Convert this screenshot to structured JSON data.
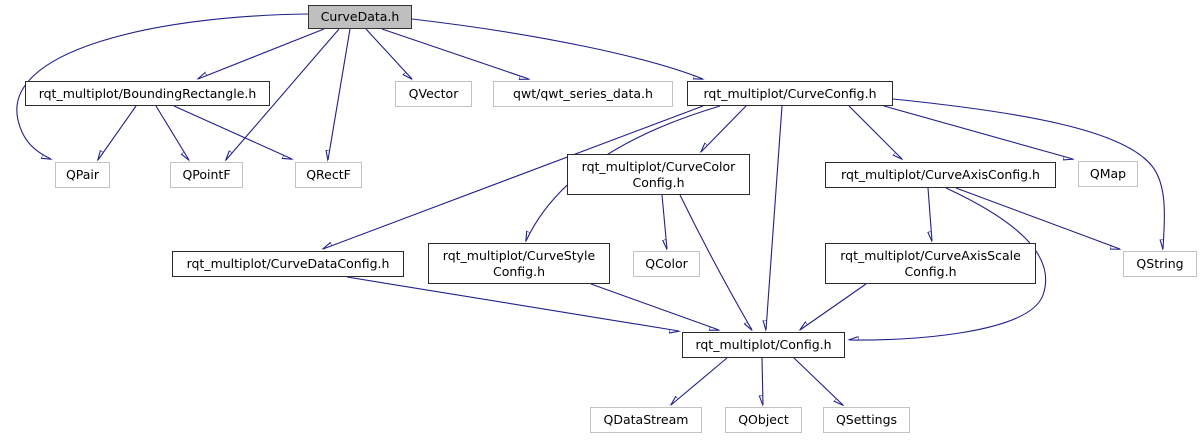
{
  "diagram": {
    "type": "include-dependency-graph",
    "root": "CurveData.h",
    "colors": {
      "edge": "#20208c",
      "node_fill": "#ffffff",
      "root_fill": "#bfbfbf",
      "internal_border": "#2b2b2b",
      "external_border": "#c2c2c2"
    },
    "nodes": {
      "curve_data": {
        "label": "CurveData.h",
        "kind": "root"
      },
      "bounding_rectangle": {
        "label": "rqt_multiplot/BoundingRectangle.h",
        "kind": "internal"
      },
      "qvector": {
        "label": "QVector",
        "kind": "external"
      },
      "qwt_series_data": {
        "label": "qwt/qwt_series_data.h",
        "kind": "external"
      },
      "curve_config": {
        "label": "rqt_multiplot/CurveConfig.h",
        "kind": "internal"
      },
      "qpair": {
        "label": "QPair",
        "kind": "external"
      },
      "qpointf": {
        "label": "QPointF",
        "kind": "external"
      },
      "qrectf": {
        "label": "QRectF",
        "kind": "external"
      },
      "curve_color_config": {
        "line1": "rqt_multiplot/CurveColor",
        "line2": "Config.h",
        "kind": "internal"
      },
      "curve_axis_config": {
        "label": "rqt_multiplot/CurveAxisConfig.h",
        "kind": "internal"
      },
      "qmap": {
        "label": "QMap",
        "kind": "external"
      },
      "curve_data_config": {
        "label": "rqt_multiplot/CurveDataConfig.h",
        "kind": "internal"
      },
      "curve_style_config": {
        "line1": "rqt_multiplot/CurveStyle",
        "line2": "Config.h",
        "kind": "internal"
      },
      "qcolor": {
        "label": "QColor",
        "kind": "external"
      },
      "curve_axis_scale_config": {
        "line1": "rqt_multiplot/CurveAxisScale",
        "line2": "Config.h",
        "kind": "internal"
      },
      "qstring": {
        "label": "QString",
        "kind": "external"
      },
      "config": {
        "label": "rqt_multiplot/Config.h",
        "kind": "internal"
      },
      "qdatastream": {
        "label": "QDataStream",
        "kind": "external"
      },
      "qobject": {
        "label": "QObject",
        "kind": "external"
      },
      "qsettings": {
        "label": "QSettings",
        "kind": "external"
      }
    },
    "edges": [
      {
        "from": "curve_data",
        "to": "qpair"
      },
      {
        "from": "curve_data",
        "to": "bounding_rectangle"
      },
      {
        "from": "curve_data",
        "to": "qpointf"
      },
      {
        "from": "curve_data",
        "to": "qrectf"
      },
      {
        "from": "curve_data",
        "to": "qvector"
      },
      {
        "from": "curve_data",
        "to": "qwt_series_data"
      },
      {
        "from": "curve_data",
        "to": "curve_config"
      },
      {
        "from": "bounding_rectangle",
        "to": "qpair"
      },
      {
        "from": "bounding_rectangle",
        "to": "qpointf"
      },
      {
        "from": "bounding_rectangle",
        "to": "qrectf"
      },
      {
        "from": "curve_config",
        "to": "curve_color_config"
      },
      {
        "from": "curve_config",
        "to": "curve_style_config"
      },
      {
        "from": "curve_config",
        "to": "curve_data_config"
      },
      {
        "from": "curve_config",
        "to": "config"
      },
      {
        "from": "curve_config",
        "to": "curve_axis_config"
      },
      {
        "from": "curve_config",
        "to": "qmap"
      },
      {
        "from": "curve_config",
        "to": "qstring"
      },
      {
        "from": "curve_axis_config",
        "to": "curve_axis_scale_config"
      },
      {
        "from": "curve_axis_config",
        "to": "qstring"
      },
      {
        "from": "curve_axis_config",
        "to": "config"
      },
      {
        "from": "curve_axis_scale_config",
        "to": "config"
      },
      {
        "from": "curve_color_config",
        "to": "qcolor"
      },
      {
        "from": "curve_color_config",
        "to": "config"
      },
      {
        "from": "curve_data_config",
        "to": "config"
      },
      {
        "from": "curve_style_config",
        "to": "config"
      },
      {
        "from": "config",
        "to": "qdatastream"
      },
      {
        "from": "config",
        "to": "qobject"
      },
      {
        "from": "config",
        "to": "qsettings"
      }
    ]
  }
}
